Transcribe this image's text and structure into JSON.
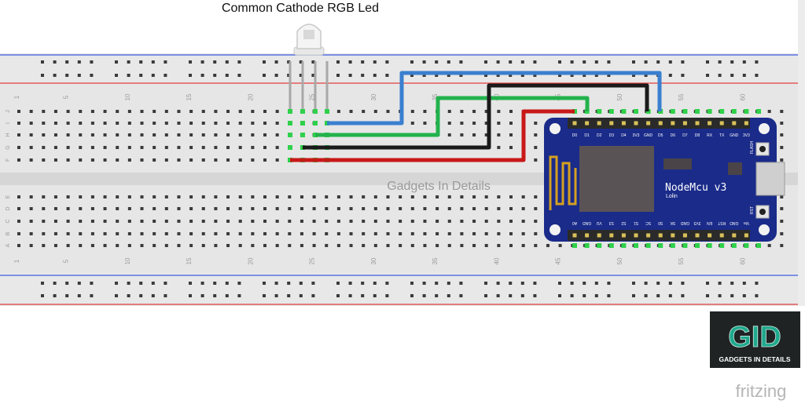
{
  "title": "Common Cathode RGB Led",
  "watermark": "Gadgets In Details",
  "board": {
    "name": "NodeMcu v3",
    "maker": "Lolin",
    "flash_label": "FLASH",
    "rst_label": "RST",
    "top_pins": [
      "D0",
      "D1",
      "D2",
      "D3",
      "D4",
      "3V3",
      "GND",
      "D5",
      "D6",
      "D7",
      "D8",
      "RX",
      "TX",
      "GND",
      "3V3"
    ],
    "bottom_pins": [
      "A0",
      "GND",
      "VU",
      "S3",
      "S2",
      "S1",
      "SC",
      "S0",
      "SK",
      "GND",
      "3V3",
      "EN",
      "RST",
      "GND",
      "Vin"
    ]
  },
  "breadboard": {
    "column_numbers": [
      "1",
      "5",
      "10",
      "15",
      "20",
      "25",
      "30",
      "35",
      "40",
      "45",
      "50",
      "55",
      "60"
    ],
    "top_rows": [
      "J",
      "I",
      "H",
      "G",
      "F"
    ],
    "bottom_rows": [
      "E",
      "D",
      "C",
      "B",
      "A"
    ]
  },
  "logo": {
    "text": "GID",
    "tagline": "GADGETS IN DETAILS"
  },
  "footer_brand": "fritzing",
  "colors": {
    "wire_blue": "#3a7fd0",
    "wire_green": "#22b24c",
    "wire_black": "#1a1a1a",
    "wire_red": "#c81818",
    "board_blue": "#1a2b8a",
    "breadboard": "#e3e3e3",
    "rail_red": "#e03c3c",
    "rail_blue": "#3c5ce0",
    "logo_teal": "#1fa98d"
  }
}
